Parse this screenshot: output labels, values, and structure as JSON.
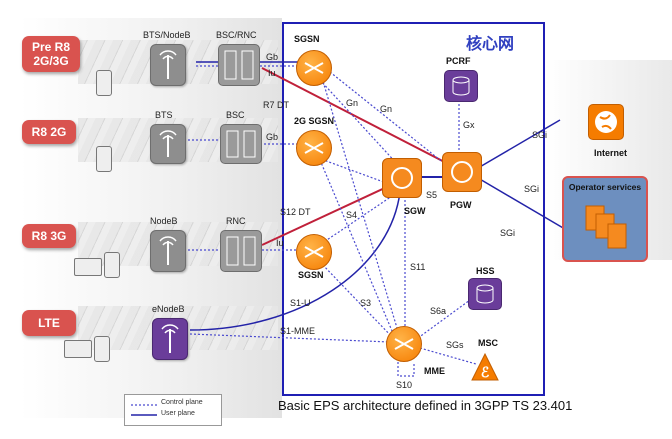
{
  "core_network_label": "核心网",
  "caption": "Basic EPS architecture defined in 3GPP TS 23.401",
  "access_types": [
    {
      "line1": "Pre R8",
      "line2": "2G/3G"
    },
    {
      "line1": "R8 2G",
      "line2": ""
    },
    {
      "line1": "R8 3G",
      "line2": ""
    },
    {
      "line1": "LTE",
      "line2": ""
    }
  ],
  "radio_nodes": [
    "BTS/NodeB",
    "BTS",
    "NodeB",
    "eNodeB"
  ],
  "controllers": [
    "BSC/RNC",
    "BSC",
    "RNC"
  ],
  "core_nodes": {
    "sgsn_top": "SGSN",
    "sgsn_2g": "2G SGSN",
    "sgsn_bottom": "SGSN",
    "sgw": "SGW",
    "pgw": "PGW",
    "pcrf": "PCRF",
    "hss": "HSS",
    "mme": "MME",
    "msc": "MSC"
  },
  "interfaces": {
    "gb1": "Gb",
    "iu1": "Iu",
    "r7dt": "R7 DT",
    "gn1": "Gn",
    "gn2": "Gn",
    "gx": "Gx",
    "gb2": "Gb",
    "s5": "S5",
    "s4": "S4",
    "s12dt": "S12 DT",
    "iu2": "Iu",
    "s11": "S11",
    "s3": "S3",
    "s1u": "S1-U",
    "s1mme": "S1-MME",
    "s6a": "S6a",
    "sgs": "SGs",
    "s10": "S10",
    "sgi1": "SGi",
    "sgi2": "SGi",
    "sgi3": "SGi"
  },
  "external": {
    "internet": "Internet",
    "operator_services": "Operator services"
  },
  "legend": {
    "control": "Control plane",
    "user": "User plane"
  },
  "colors": {
    "core_border": "#1f1fb4",
    "control_line": "#4a4acf",
    "user_line": "#2323a8",
    "r7dt_line": "#c0203a",
    "pill": "#d9534f",
    "router": "#f57c00",
    "db": "#6a3d9a"
  }
}
